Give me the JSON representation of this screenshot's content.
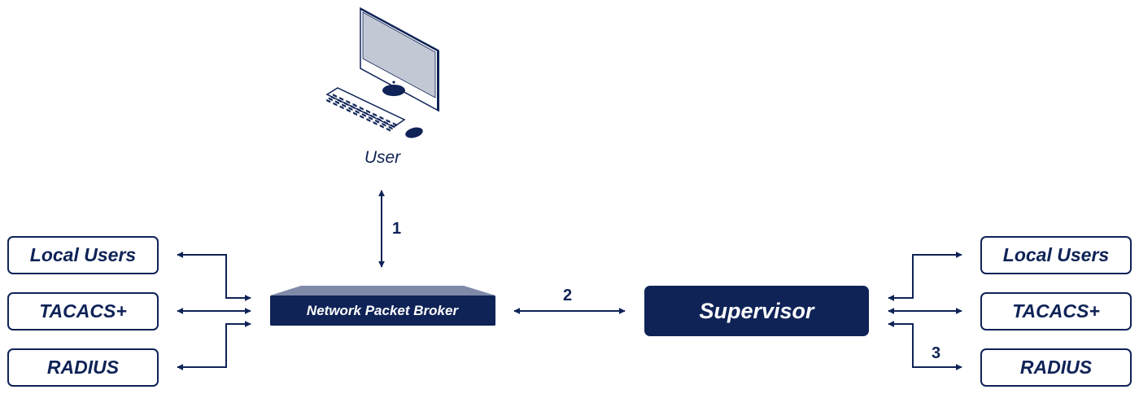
{
  "user": {
    "label": "User",
    "icon": "desktop-computer-icon"
  },
  "steps": {
    "one": "1",
    "two": "2",
    "three": "3"
  },
  "npb": {
    "label": "Network Packet Broker"
  },
  "supervisor": {
    "label": "Supervisor"
  },
  "left_servers": [
    {
      "label": "Local Users"
    },
    {
      "label": "TACACS+"
    },
    {
      "label": "RADIUS"
    }
  ],
  "right_servers": [
    {
      "label": "Local Users"
    },
    {
      "label": "TACACS+"
    },
    {
      "label": "RADIUS"
    }
  ],
  "colors": {
    "navy": "#0f2357",
    "screen": "#c3c8d5",
    "npb_top": "#7f8aa9"
  }
}
